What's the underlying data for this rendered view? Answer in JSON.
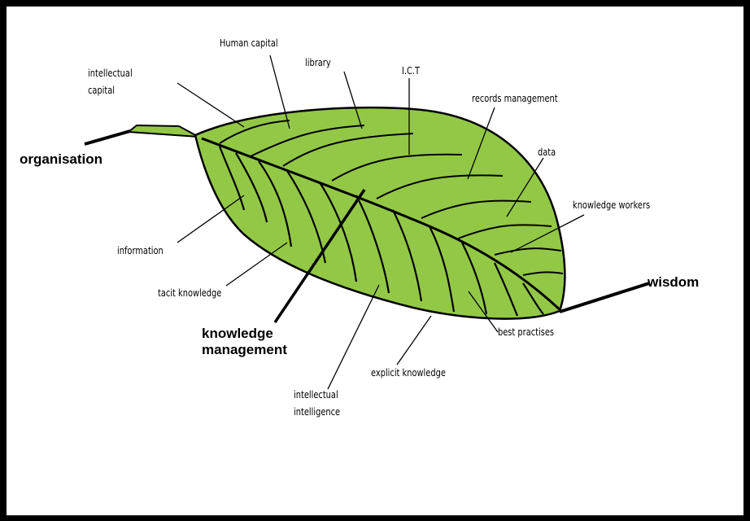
{
  "labels": {
    "intellectual_capital": [
      "intellectual",
      "capital"
    ],
    "human_capital": "Human capital",
    "library": "library",
    "ict": "I.C.T",
    "records_management": "records management",
    "data": "data",
    "knowledge_workers": "knowledge workers",
    "organisation": "organisation",
    "information": "information",
    "tacit_knowledge": "tacit knowledge",
    "knowledge_management": [
      "knowledge",
      "management"
    ],
    "wisdom": "wisdom",
    "best_practises": "best practises",
    "explicit_knowledge": "explicit knowledge",
    "intellectual_intelligence": [
      "intellectual",
      "intelligence"
    ]
  },
  "colors": {
    "leaf_fill": "#93c847",
    "outline": "#000000",
    "border": "#000000",
    "background": "#ffffff"
  }
}
